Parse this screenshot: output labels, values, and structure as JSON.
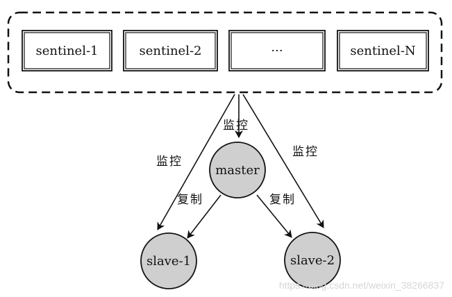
{
  "sentinels": [
    {
      "label": "sentinel-1"
    },
    {
      "label": "sentinel-2"
    },
    {
      "label": "···"
    },
    {
      "label": "sentinel-N"
    }
  ],
  "nodes": {
    "master": "master",
    "slave1": "slave-1",
    "slave2": "slave-2"
  },
  "edge_labels": {
    "monitor_master": "监控",
    "monitor_slave1": "监控",
    "monitor_slave2": "监控",
    "replicate_slave1": "复制",
    "replicate_slave2": "复制"
  },
  "watermark": "https://blog.csdn.net/weixin_38266837",
  "colors": {
    "node_fill": "#cfcfcf",
    "stroke": "#111111",
    "background": "#ffffff",
    "watermark": "#d6d6d6"
  }
}
